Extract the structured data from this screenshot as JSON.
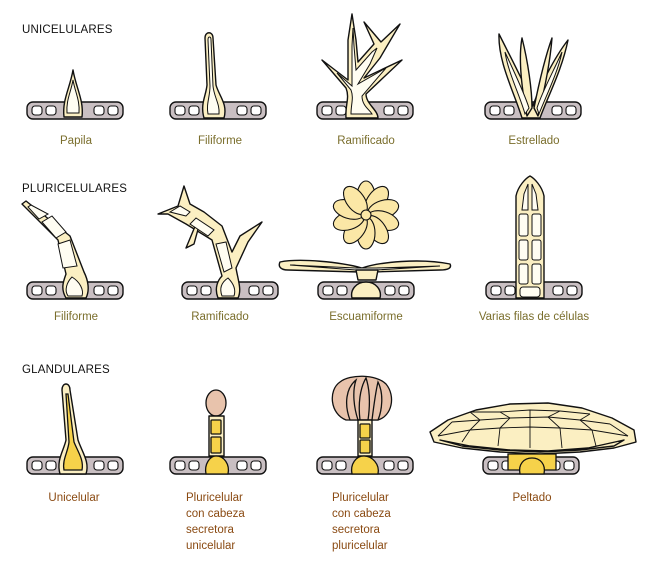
{
  "sections": {
    "unicelulares": "UNICELULARES",
    "pluricelulares": "PLURICELULARES",
    "glandulares": "GLANDULARES"
  },
  "labels": {
    "uni": [
      "Papila",
      "Filiforme",
      "Ramificado",
      "Estrellado"
    ],
    "pluri": [
      "Filiforme",
      "Ramificado",
      "Escuamiforme",
      "Varias filas de células"
    ],
    "gland": [
      [
        "Unicelular"
      ],
      [
        "Pluricelular",
        "con cabeza",
        "secretora",
        "unicelular"
      ],
      [
        "Pluricelular",
        "con cabeza",
        "secretora",
        "pluricelular"
      ],
      [
        "Peltado"
      ]
    ]
  },
  "colors": {
    "epidermis": "#c9bfc2",
    "hair": "#fbefc2",
    "secretory": "#f6d24a",
    "head": "#e8c3ac",
    "label": "#7a6e2c",
    "gland_label": "#8a4a12"
  }
}
